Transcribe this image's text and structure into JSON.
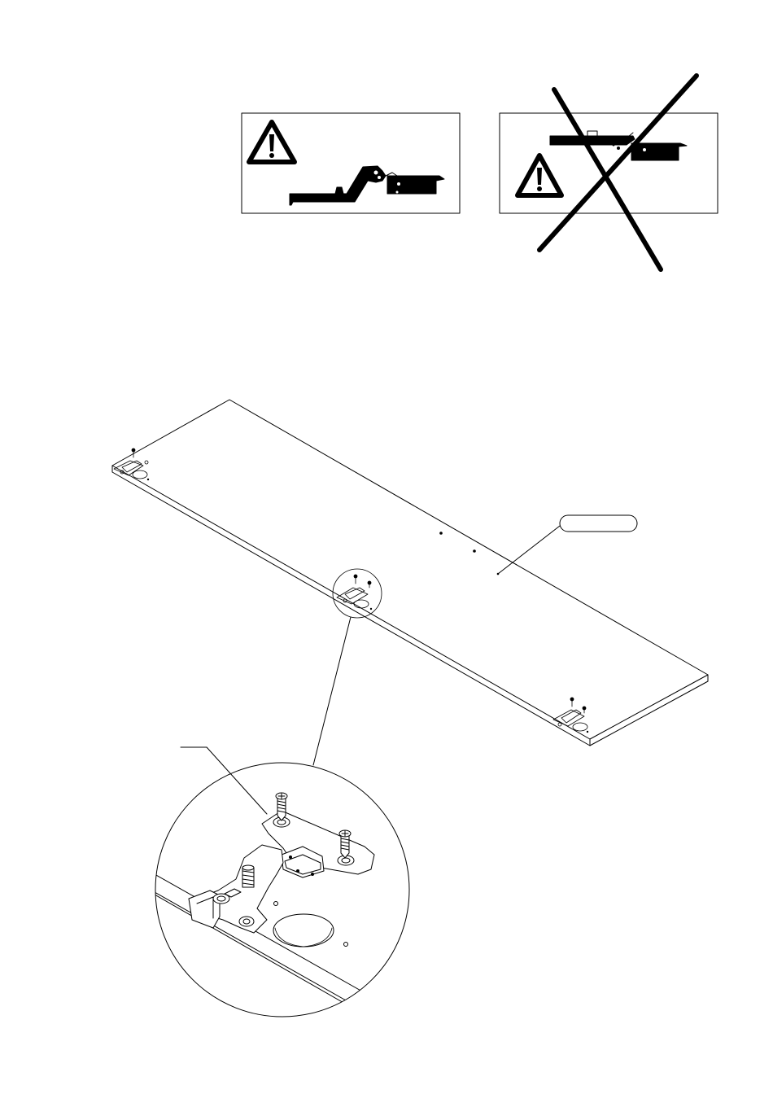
{
  "page": {
    "title": "",
    "part_label": ""
  },
  "panels": {
    "correct": {
      "icon": "warning-triangle-icon",
      "status": "correct"
    },
    "wrong": {
      "icon": "warning-triangle-icon",
      "status": "wrong",
      "overlay": "cross-out"
    }
  },
  "callouts": {
    "panel_part": "",
    "detail_hinge": ""
  },
  "colors": {
    "line": "#000000",
    "fill": "#000000",
    "background": "#ffffff"
  }
}
